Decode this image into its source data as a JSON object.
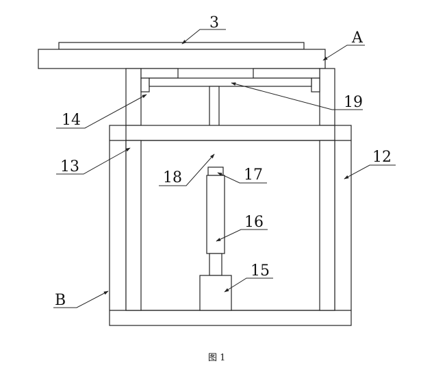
{
  "figure": {
    "caption": "图 1",
    "labels": {
      "l3": "3",
      "lA": "A",
      "l19": "19",
      "l14": "14",
      "l13": "13",
      "l12": "12",
      "l18": "18",
      "l17": "17",
      "l16": "16",
      "l15": "15",
      "lB": "B"
    }
  }
}
